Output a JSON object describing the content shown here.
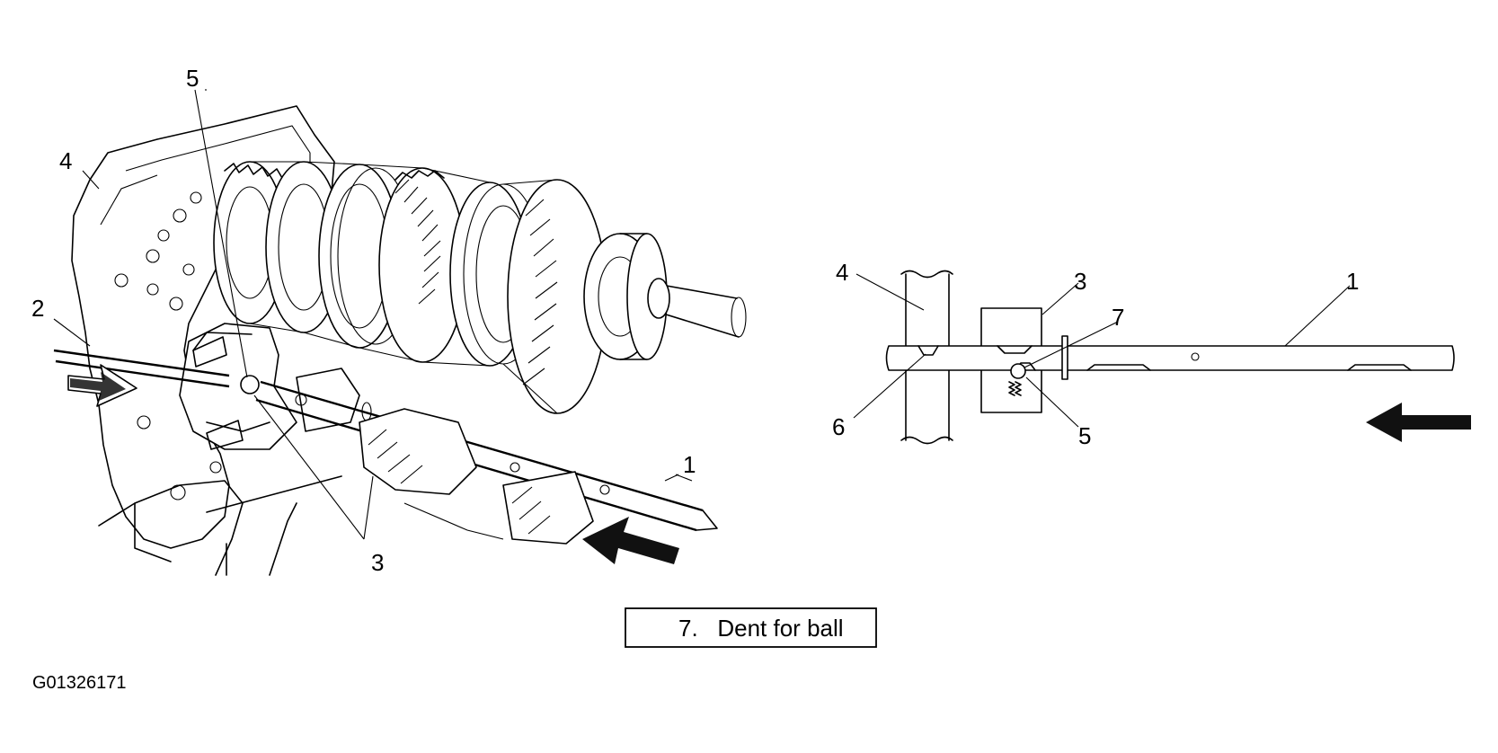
{
  "figure_id": "G01326171",
  "legend": {
    "text": "7.   Dent for ball"
  },
  "left_view": {
    "callouts": {
      "one": "1",
      "two": "2",
      "three": "3",
      "four": "4",
      "five": "5"
    },
    "icons": [
      "hollow-arrow-icon",
      "solid-arrow-icon"
    ]
  },
  "right_view": {
    "callouts": {
      "one": "1",
      "three": "3",
      "four": "4",
      "five": "5",
      "six": "6",
      "seven": "7"
    },
    "icons": [
      "solid-arrow-icon"
    ]
  }
}
